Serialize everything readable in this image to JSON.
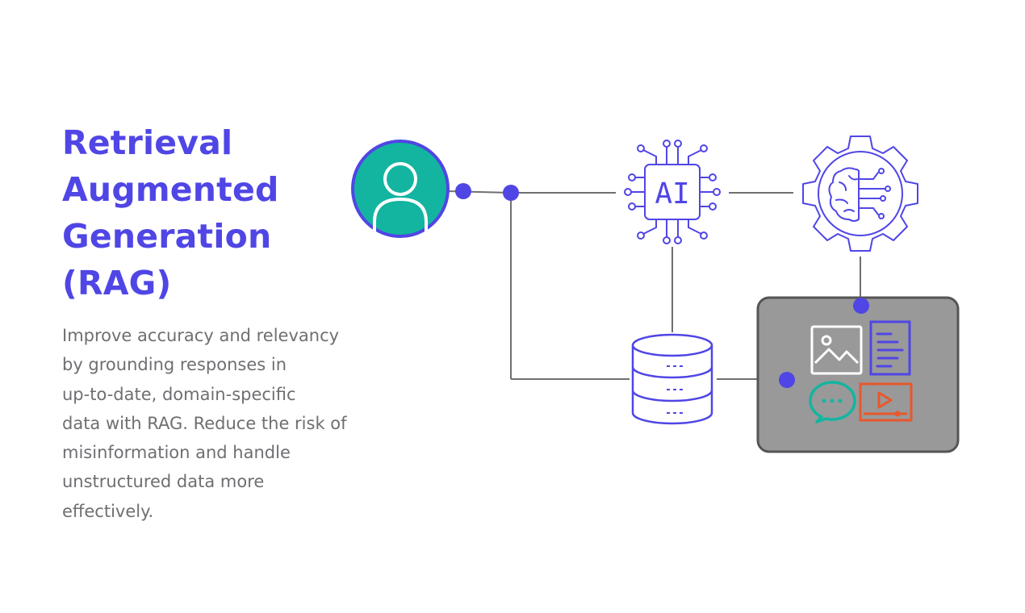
{
  "title_lines": [
    "Retrieval",
    "Augmented",
    "Generation",
    "(RAG)"
  ],
  "description_lines": [
    "Improve accuracy and relevancy",
    "by grounding responses in",
    "up-to-date, domain-specific",
    "data with RAG. Reduce the risk of",
    "misinformation and handle",
    "unstructured data more",
    "effectively."
  ],
  "ai_chip_label": "AI",
  "colors": {
    "accent": "#5046e5",
    "user_avatar": "#13b5a0",
    "data_panel": "#999999",
    "chat_icon": "#13b5a0",
    "video_icon": "#e8582c",
    "line": "#6f6f6f"
  },
  "icons": [
    "user-icon",
    "ai-chip-icon",
    "brain-gear-icon",
    "database-icon",
    "image-icon",
    "document-icon",
    "chat-icon",
    "video-icon"
  ]
}
